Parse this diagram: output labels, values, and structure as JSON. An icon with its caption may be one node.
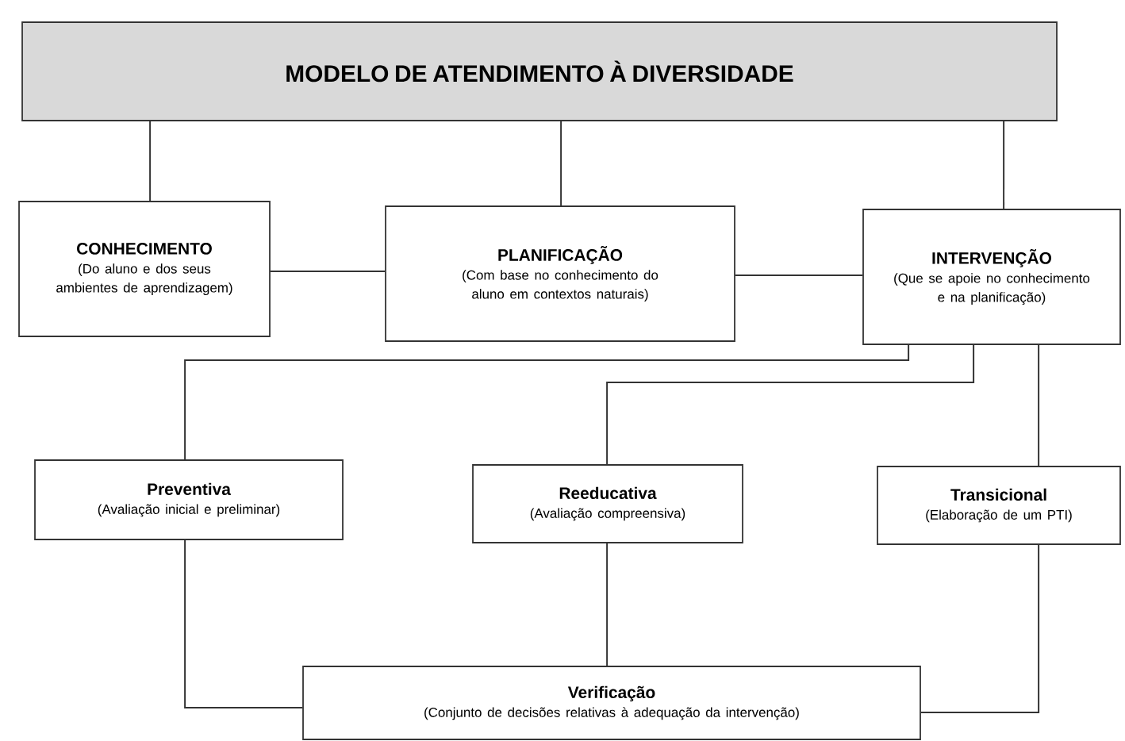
{
  "diagram": {
    "nodes": [
      {
        "text": [
          "MODELO DE ATENDIMENTO À DIVERSIDADE"
        ]
      },
      {
        "text": [
          "CONHECIMENTO",
          "(Do aluno e dos seus ambientes de aprendizagem)"
        ]
      },
      {
        "text": [
          "PLANIFICAÇÃO",
          "(Com base no conhecimento do aluno em contextos naturais)"
        ]
      },
      {
        "text": [
          "INTERVENÇÃO",
          "(Que se apoie no conhecimento e na planificação)"
        ]
      },
      {
        "text": [
          "Preventiva",
          "(Avaliação inicial e preliminar)"
        ]
      },
      {
        "text": [
          "Reeducativa",
          "(Avaliação compreensiva)"
        ]
      },
      {
        "text": [
          "Transicional",
          "(Elaboração de um PTI)"
        ]
      },
      {
        "text": [
          "Verificação",
          "(Conjunto de decisões relativas à adequação da intervenção)"
        ]
      }
    ],
    "edges": [
      {
        "from": 0,
        "to": 1,
        "arrow": "none"
      },
      {
        "from": 0,
        "to": 2,
        "arrow": "none"
      },
      {
        "from": 0,
        "to": 3,
        "arrow": "none"
      },
      {
        "from": 1,
        "to": 2,
        "arrow": "none"
      },
      {
        "from": 2,
        "to": 3,
        "arrow": "none"
      },
      {
        "from": 3,
        "to": 4,
        "arrow": "none"
      },
      {
        "from": 3,
        "to": 5,
        "arrow": "none"
      },
      {
        "from": 3,
        "to": 6,
        "arrow": "none"
      },
      {
        "from": 4,
        "to": 7,
        "arrow": "none"
      },
      {
        "from": 5,
        "to": 7,
        "arrow": "none"
      },
      {
        "from": 6,
        "to": 7,
        "arrow": "none"
      }
    ]
  }
}
